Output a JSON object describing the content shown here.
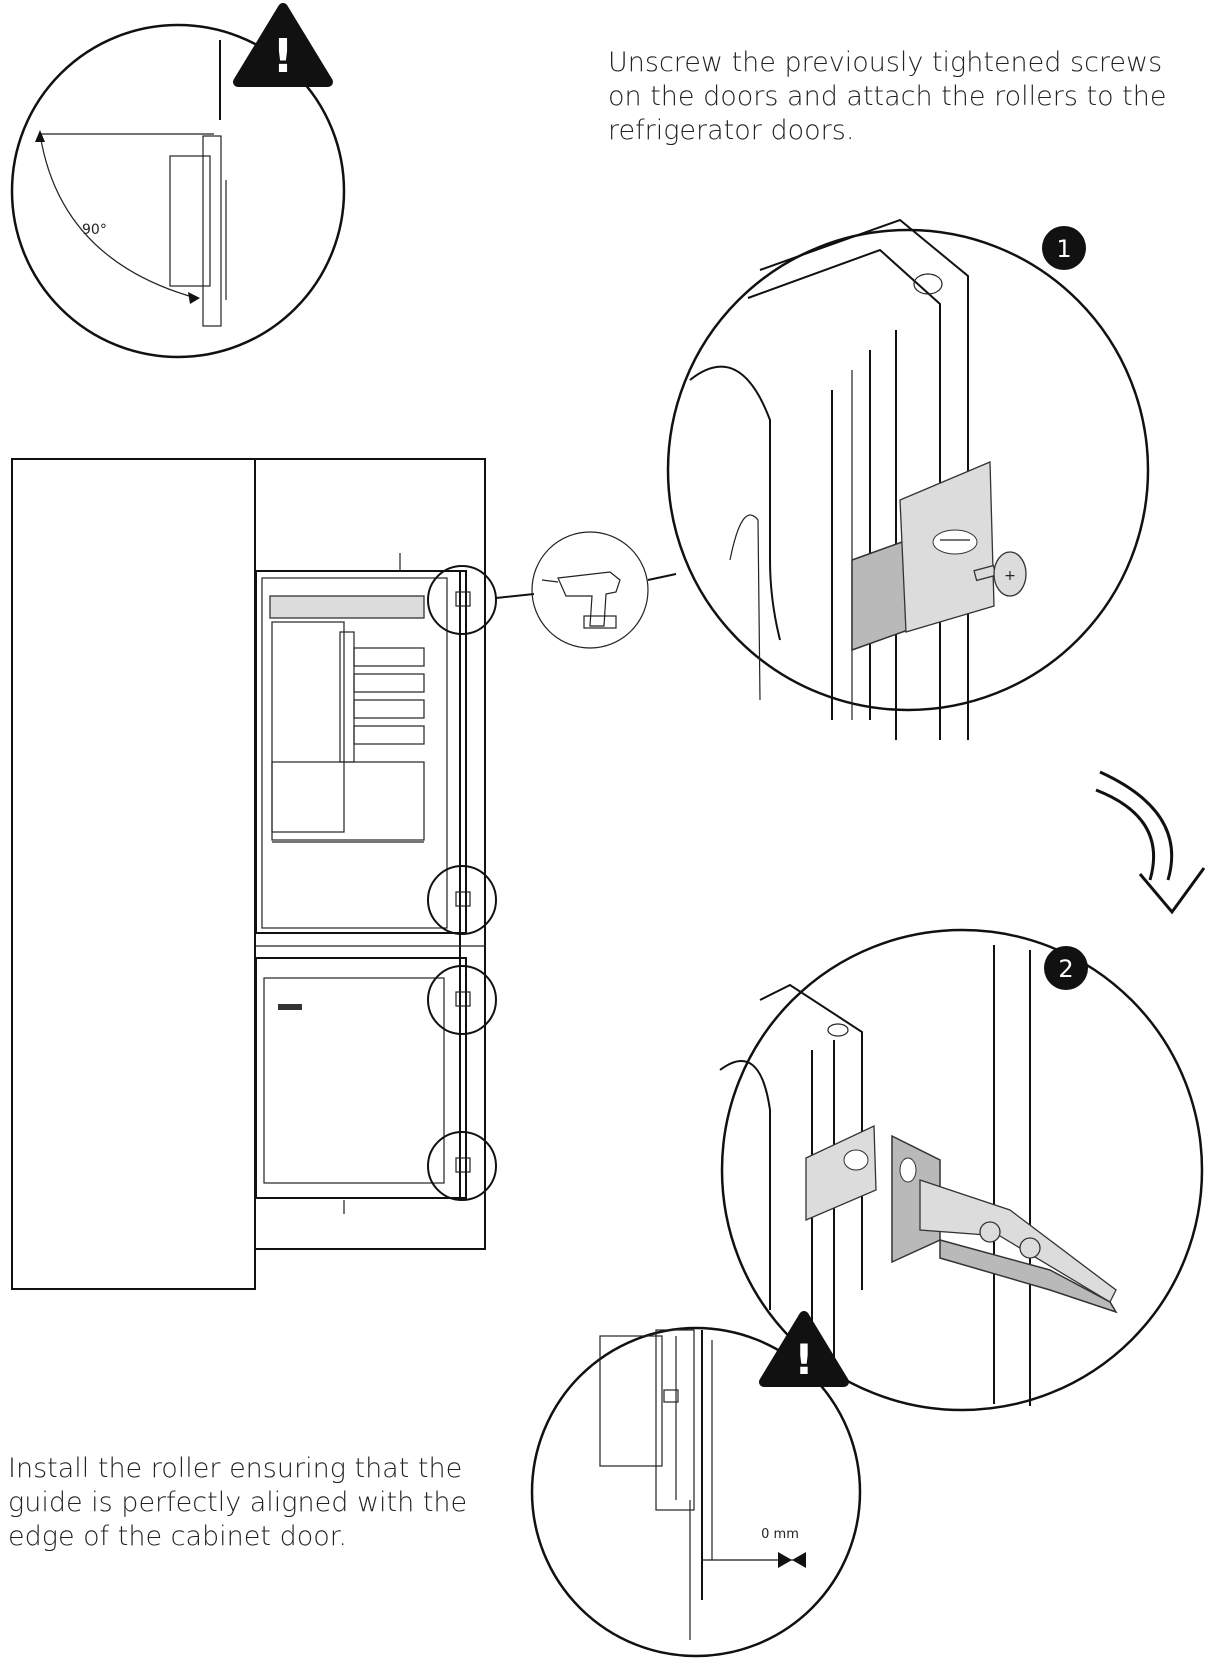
{
  "instructions": {
    "step_top": "Unscrew the previously tightened screws\non the doors and attach the rollers to the\nrefrigerator doors.",
    "step_bottom": "Install the roller ensuring that the\nguide is perfectly aligned with the\nedge of the cabinet door."
  },
  "callouts": {
    "angle_label": "90°",
    "gap_label": "0 mm",
    "step_1_badge": "1",
    "step_2_badge": "2",
    "warning_symbol": "!"
  },
  "icons": [
    "warning-icon",
    "drill-icon",
    "curved-arrow-icon"
  ],
  "colors": {
    "line": "#111111",
    "part_gray": "#b9b9b9",
    "badge": "#111111"
  }
}
